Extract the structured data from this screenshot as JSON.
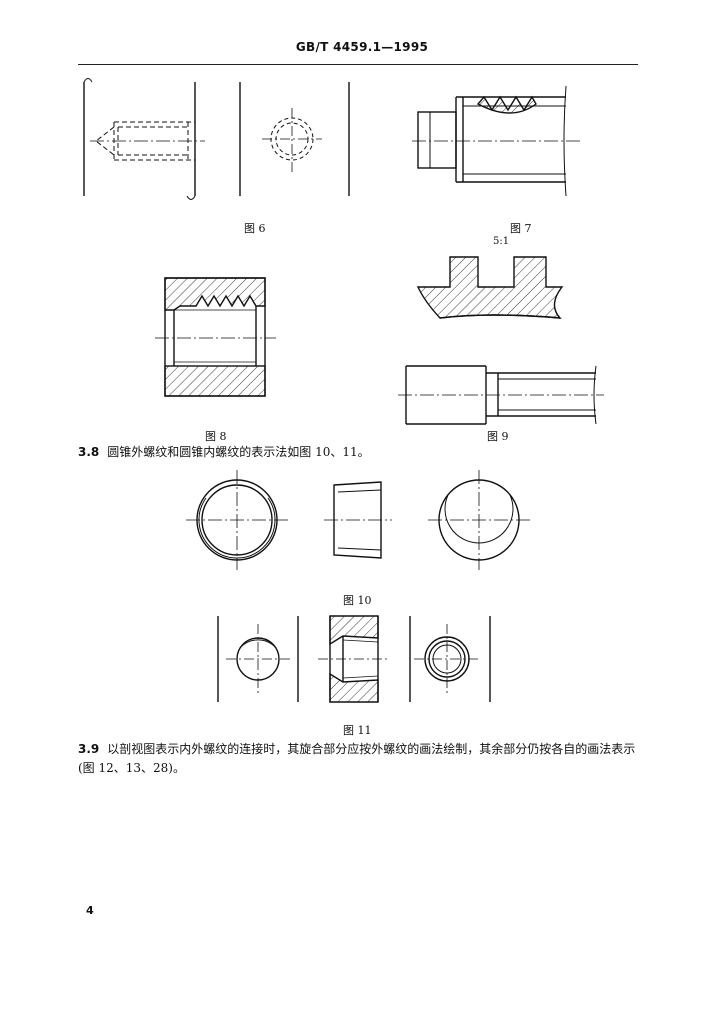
{
  "header": {
    "title": "GB/T 4459.1—1995"
  },
  "figures": {
    "fig6": "图 6",
    "fig7": "图 7",
    "fig8": "图 8",
    "fig9": "图 9",
    "fig9_scale": "5:1",
    "fig10": "图 10",
    "fig11": "图 11"
  },
  "clauses": [
    {
      "number": "3.8",
      "text": "圆锥外螺纹和圆锥内螺纹的表示法如图 10、11。"
    },
    {
      "number": "3.9",
      "text": "以剖视图表示内外螺纹的连接时，其旋合部分应按外螺纹的画法绘制，其余部分仍按各自的画法表示(图 12、13、28)。"
    }
  ],
  "footer": {
    "page_number": "4"
  }
}
